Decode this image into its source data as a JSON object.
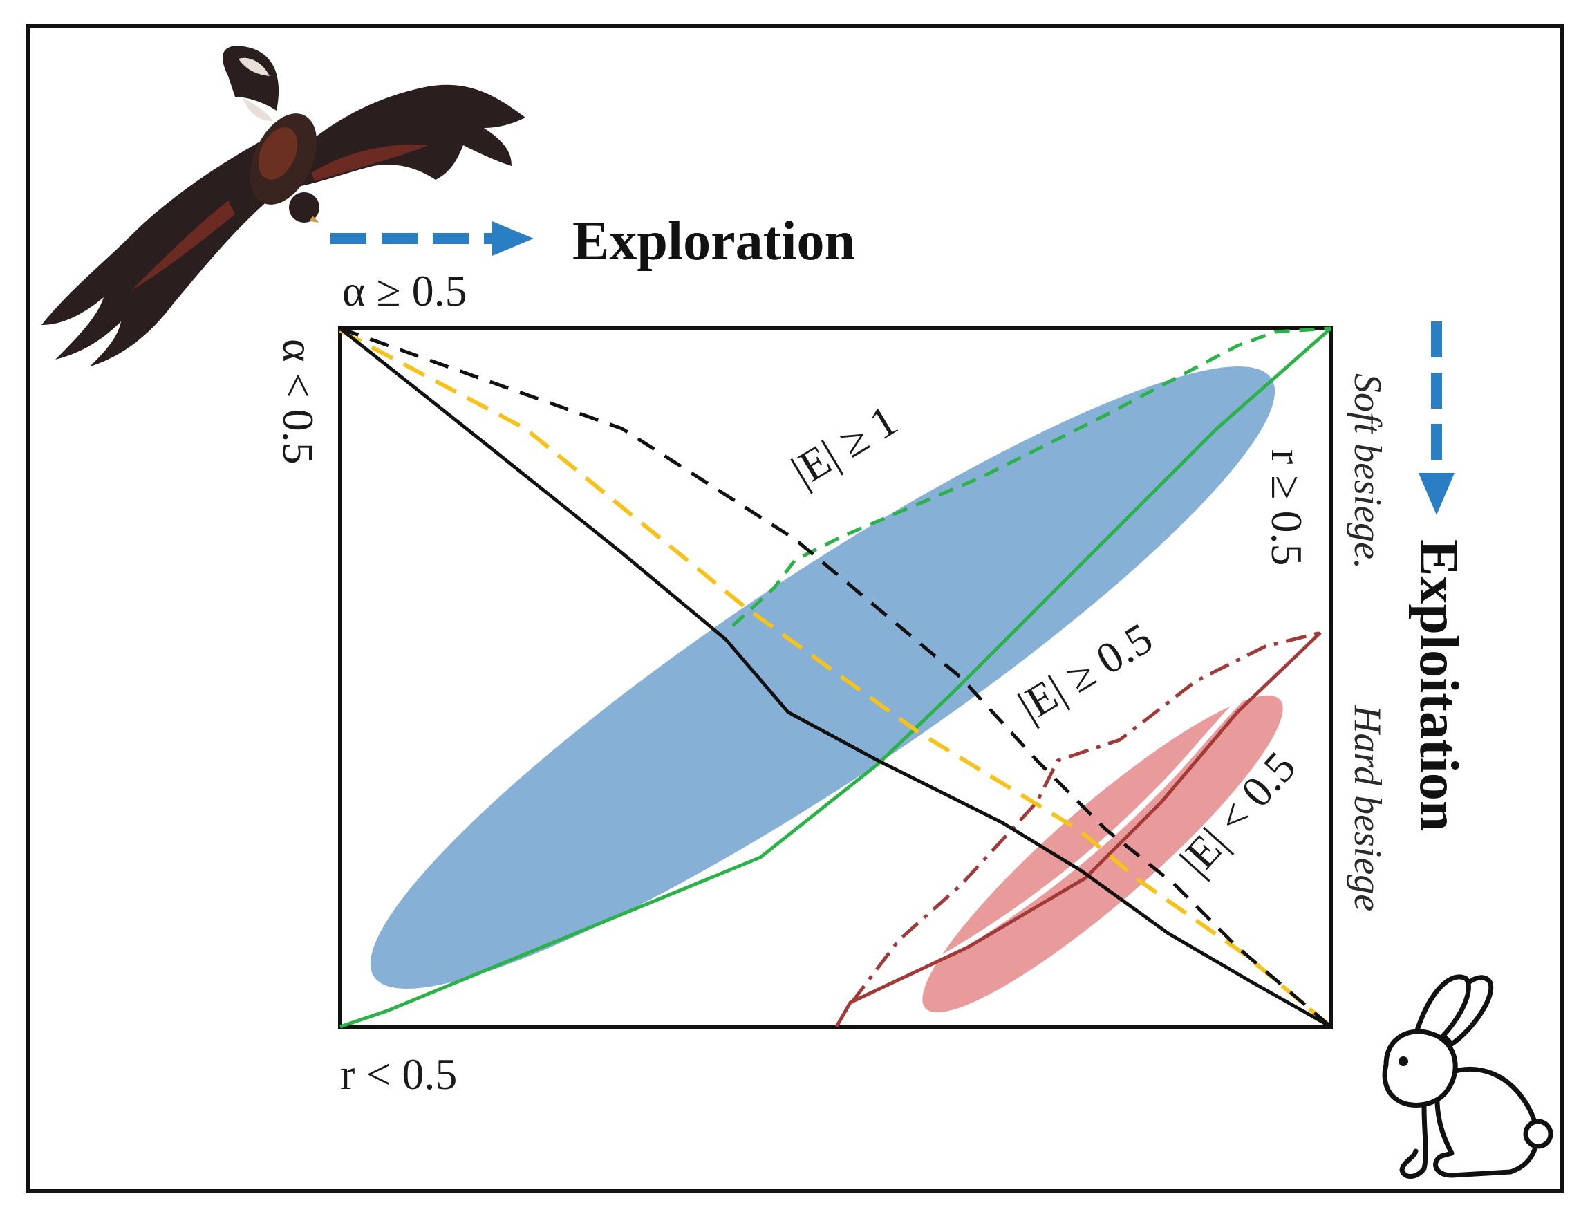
{
  "title_exploration": "Exploration",
  "title_exploitation": "Exploitation",
  "conditions": {
    "alpha_ge": "α ≥ 0.5",
    "alpha_lt": "α < 0.5",
    "r_lt": "r < 0.5",
    "r_ge": "r ≥ 0.5"
  },
  "energy": {
    "e_ge_1": "|E| ≥ 1",
    "e_ge_05": "|E| ≥ 0.5",
    "e_lt_05": "|E| < 0.5"
  },
  "besiege": {
    "soft": "Soft besiege.",
    "hard": "Hard besiege"
  },
  "icons": [
    "hawk-icon",
    "rabbit-icon",
    "arrow-right-dashed-icon",
    "arrow-down-dashed-icon"
  ],
  "colors": {
    "blue_region": "#86b0d6",
    "red_region": "#e99a9a",
    "green_line": "#2bb34a",
    "dark_red_line": "#a23a3a",
    "yellow_line": "#f7c21a",
    "arrow_blue": "#2a7fc4",
    "black": "#111111"
  }
}
